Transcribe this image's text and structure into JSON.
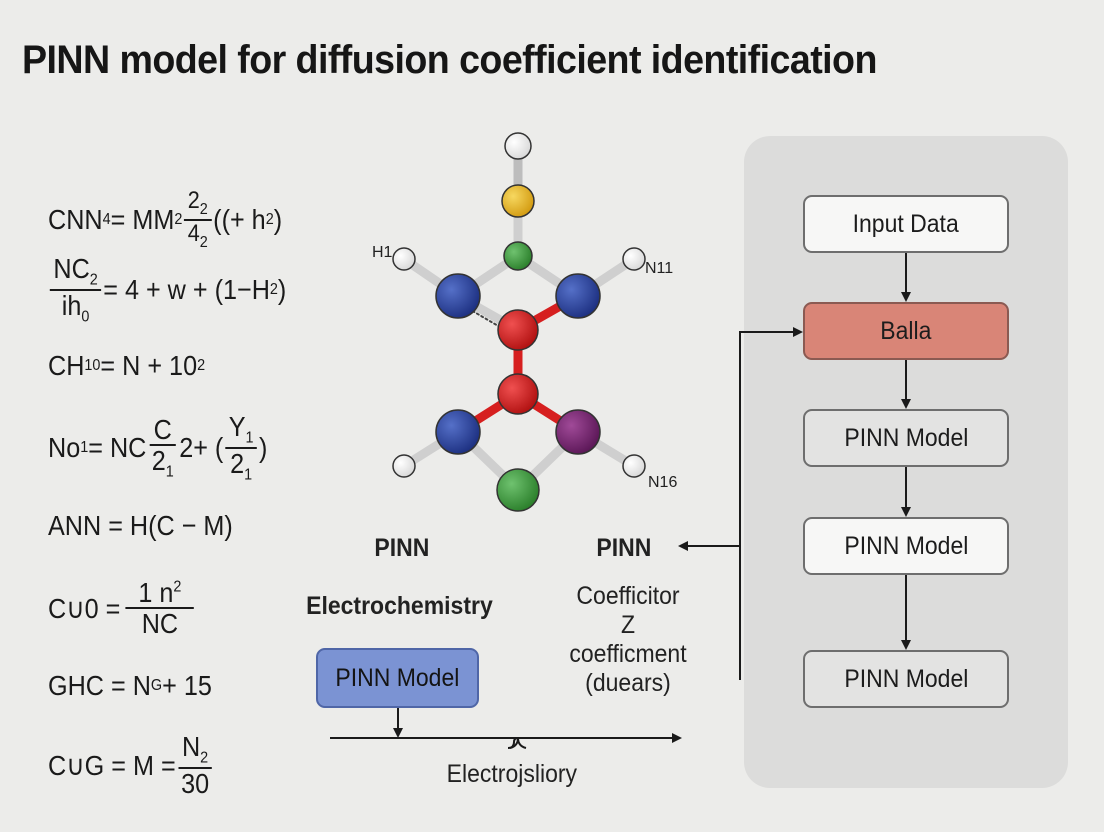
{
  "title": "PINN model for diffusion coefficient identification",
  "equations": {
    "eq1": {
      "lhs_a": "CNN",
      "lhs_sub": "4",
      "mid": " = MM",
      "mid_sub": "2",
      "frac_num": "2",
      "frac_num_sub": "2",
      "frac_den": "4",
      "frac_den_sub": "2",
      "tail": "((+ h",
      "tail_sub": "2",
      "tail_end": ")"
    },
    "eq2": {
      "frac_num": "NC",
      "frac_num_sub": "2",
      "frac_den": "ih",
      "frac_den_sub": "0",
      "rest": " = 4 + w + (1−H",
      "rest_sub": "2",
      "rest_end": ")"
    },
    "eq3": {
      "lhs": "CH",
      "lhs_sub": "10",
      "rest": " = N + 10",
      "rest_sub": "2"
    },
    "eq4": {
      "lhs": "No",
      "lhs_sub": "1",
      "mid": " = NC",
      "frac1_num": "C",
      "frac1_den": "2",
      "frac1_den_sub": "1",
      "mid2": "2+ (",
      "frac2_num": "Y",
      "frac2_num_sub": "1",
      "frac2_den": "2",
      "frac2_den_sub": "1",
      "end": ")"
    },
    "eq5": {
      "text": "ANN = H(C − M)"
    },
    "eq6": {
      "lhs": "C∪0 = ",
      "frac_num": "1 n",
      "frac_num_sup": "2",
      "frac_den": "NC"
    },
    "eq7": {
      "lhs": "GHC = N",
      "lhs_sub": "G",
      "rest": " + 15"
    },
    "eq8": {
      "lhs": "C∪G = M = ",
      "frac_num": "N",
      "frac_num_sub": "2",
      "frac_den": "30"
    }
  },
  "molecule": {
    "labels": {
      "h1": "H1",
      "n11": "N11",
      "n16": "N16"
    },
    "colors": {
      "white": "#ffffff",
      "yellow": "#e8b923",
      "green": "#3f9a3f",
      "blue": "#2b44a0",
      "red": "#d61f1f",
      "purple": "#7a2572"
    }
  },
  "center": {
    "pinn_left": "PINN",
    "pinn_right": "PINN",
    "electrochemistry": "Electrochemistry",
    "coef_lines": [
      "Coefficitor",
      "Z",
      "coefficment",
      "(duears)"
    ],
    "pinn_model": "PINN Model",
    "bottom_label": "Electrojsliory"
  },
  "flow": {
    "boxes": [
      "Input Data",
      "Balla",
      "PINN Model",
      "PINN Model",
      "PINN Model"
    ],
    "colors": {
      "panel": "#dcdcdb",
      "highlight": "#d98577",
      "model_blue": "#7b93d3"
    }
  }
}
